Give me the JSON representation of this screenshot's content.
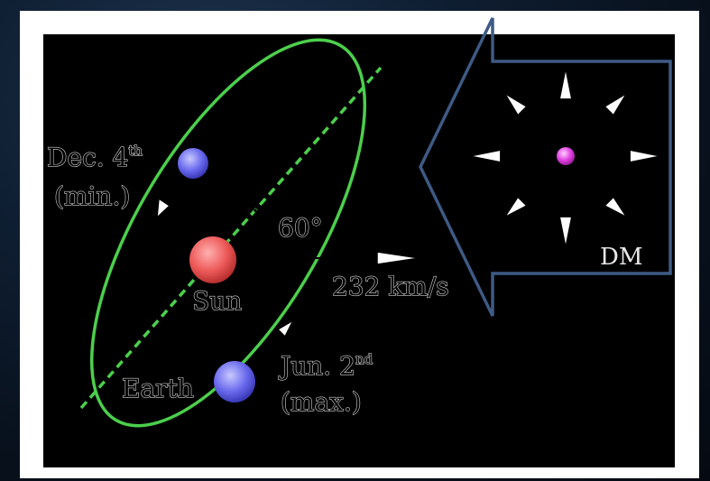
{
  "labels": {
    "dec_line1": "Dec. 4",
    "dec_sup": "th",
    "dec_line2": "(min.)",
    "angle": "60°",
    "sun": "Sun",
    "speed": "232 km/s",
    "earth": "Earth",
    "jun_line1": "Jun. 2",
    "jun_sup": "nd",
    "jun_line2": "(max.)",
    "dm": "DM"
  },
  "colors": {
    "orbit": "#4ccf4c",
    "sun": "#ee5a5a",
    "earth": "#6a6aee",
    "dm_particle": "#e040e0",
    "arrow_outline": "#3e5a85"
  }
}
